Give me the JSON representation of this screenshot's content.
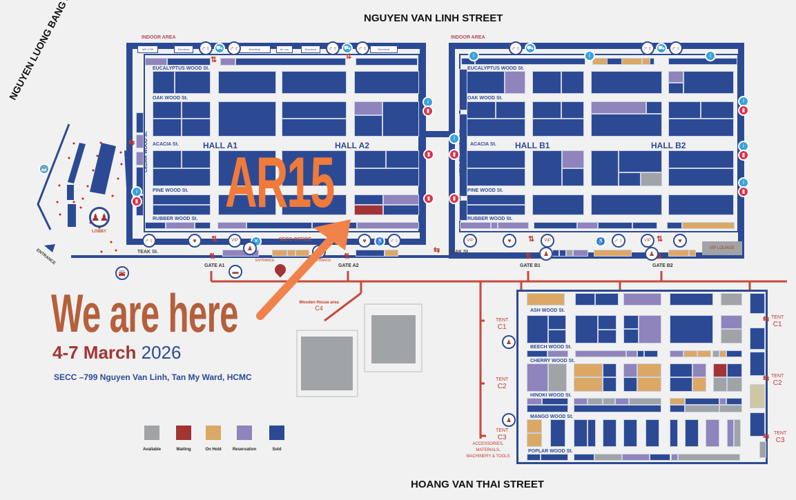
{
  "streets": {
    "top": "NGUYEN VAN LINH STREET",
    "left": "NGUYEN LUONG BANG STREET",
    "bottom": "HOANG VAN THAI STREET"
  },
  "areas": {
    "indoor_a": "INDOOR AREA",
    "indoor_b": "INDOOR AREA",
    "lobby": "LOBBY",
    "entrance_left": "ENTRANCE",
    "entrance_a1": "ENTRANCE",
    "entrance_a2": "ENTRANCE",
    "secc_office": "SECC OFFICE",
    "vip_lounge": "VIP LOUNGE",
    "wooden_house": "Wooden House area",
    "wooden_house_code": "C4",
    "accessories": [
      "ACCESSORIES,",
      "MATERIALS,",
      "MACHINERY & TOOLS"
    ]
  },
  "utility_labels": [
    "AIR CON",
    "Electrical",
    "Electrical",
    "Air con",
    "Electrical",
    "Electrical"
  ],
  "halls": {
    "a1": "HALL A1",
    "a2": "HALL A2",
    "b1": "HALL B1",
    "b2": "HALL B2"
  },
  "hall_streets": {
    "a_eucalyptus": "EUCALYPTUS WOOD St.",
    "a_oak": "OAK WOOD St.",
    "a_acacia": "ACACIA St.",
    "a_pine": "PINE WOOD St.",
    "a_rubber": "RUBBER WOOD St.",
    "a_cedar": "CEDAR WOOD St.",
    "b_eucalyptus": "EUCALYPTUS WOOD St.",
    "b_oak": "OAK WOOD St.",
    "b_acacia": "ACACIA St.",
    "b_pine": "PINE WOOD St.",
    "b_rubber": "RUBBER WOOD St.",
    "b_hemlock": "HEMLOCK WOOD St.",
    "teak_a": "TEAK St.",
    "teak_b": "TEAK St.",
    "c_ash": "ASH WOOD St.",
    "c_beech": "BEECH WOOD St.",
    "c_cherry": "CHERRY WOOD St.",
    "c_hinoki": "HINOKI WOOD St.",
    "c_mango": "MANGO WOOD St.",
    "c_poplar": "POPLAR WOOD St."
  },
  "gates": {
    "a1": "GATE A1",
    "a2": "GATE A2",
    "b1": "GATE B1",
    "b2": "GATE B2"
  },
  "tents": {
    "label": "TENT",
    "c1": "C1",
    "c2": "C2",
    "c3": "C3"
  },
  "booth_highlight": "AR15",
  "callout": {
    "headline": "We are here",
    "dates": "4-7 March",
    "year": "2026",
    "address": "SECC –799 Nguyen Van Linh, Tan My Ward, HCMC"
  },
  "legend": [
    {
      "key": "available",
      "label": "Available",
      "color": "#a0a4a6"
    },
    {
      "key": "waiting",
      "label": "Waiting",
      "color": "#a33434"
    },
    {
      "key": "onhold",
      "label": "On Hold",
      "color": "#dca866"
    },
    {
      "key": "reservation",
      "label": "Reservation",
      "color": "#8f84bc"
    },
    {
      "key": "sold",
      "label": "Sold",
      "color": "#2c4a94"
    }
  ],
  "colors": {
    "wall": "#2c4a94",
    "road": "#c9483a",
    "highlight": "#f07a3a",
    "headline": "#b5603c",
    "dates": "#a33434",
    "beige": "#cfc6a4"
  },
  "icons": [
    "restroom-icon",
    "forklift-icon",
    "vip-icon",
    "first-aid-icon",
    "info-icon",
    "fire-extinguisher-icon",
    "taxi-icon",
    "car-icon",
    "lobby-icon",
    "cafe-icon"
  ]
}
